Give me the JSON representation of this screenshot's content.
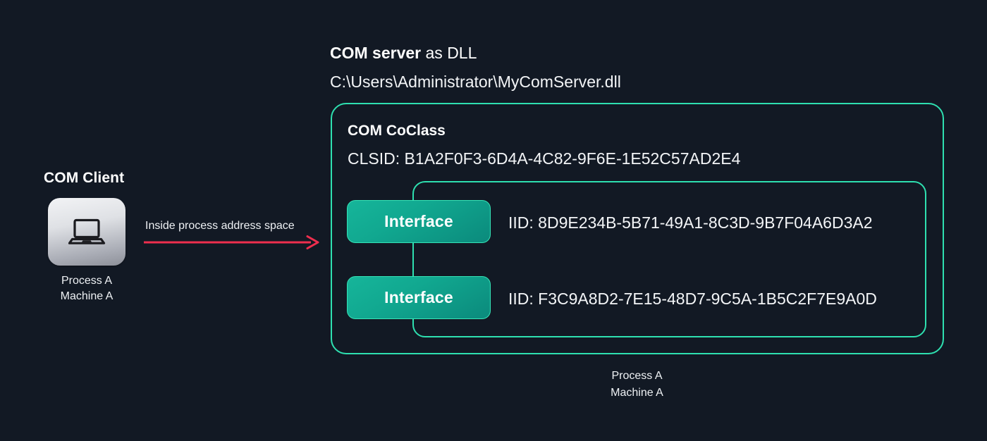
{
  "canvas": {
    "background_color": "#121924",
    "accent_teal": "#2ee0b0",
    "arrow_color": "#ef2e4e",
    "pill_gradient_from": "#16b59a",
    "pill_gradient_to": "#0b8a7c"
  },
  "client": {
    "title": "COM Client",
    "icon": "laptop-icon",
    "caption_line1": "Process A",
    "caption_line2": "Machine A"
  },
  "connector": {
    "label": "Inside process address space",
    "icon": "arrow-right-icon"
  },
  "server": {
    "title_strong": "COM server",
    "title_rest": " as DLL",
    "path": "C:\\Users\\Administrator\\MyComServer.dll",
    "coclass_title": "COM CoClass",
    "clsid": "CLSID: B1A2F0F3-6D4A-4C82-9F6E-1E52C57AD2E4",
    "interfaces": [
      {
        "label": "Interface",
        "iid": "IID: 8D9E234B-5B71-49A1-8C3D-9B7F04A6D3A2"
      },
      {
        "label": "Interface",
        "iid": "IID: F3C9A8D2-7E15-48D7-9C5A-1B5C2F7E9A0D"
      }
    ],
    "caption_line1": "Process A",
    "caption_line2": "Machine A"
  }
}
